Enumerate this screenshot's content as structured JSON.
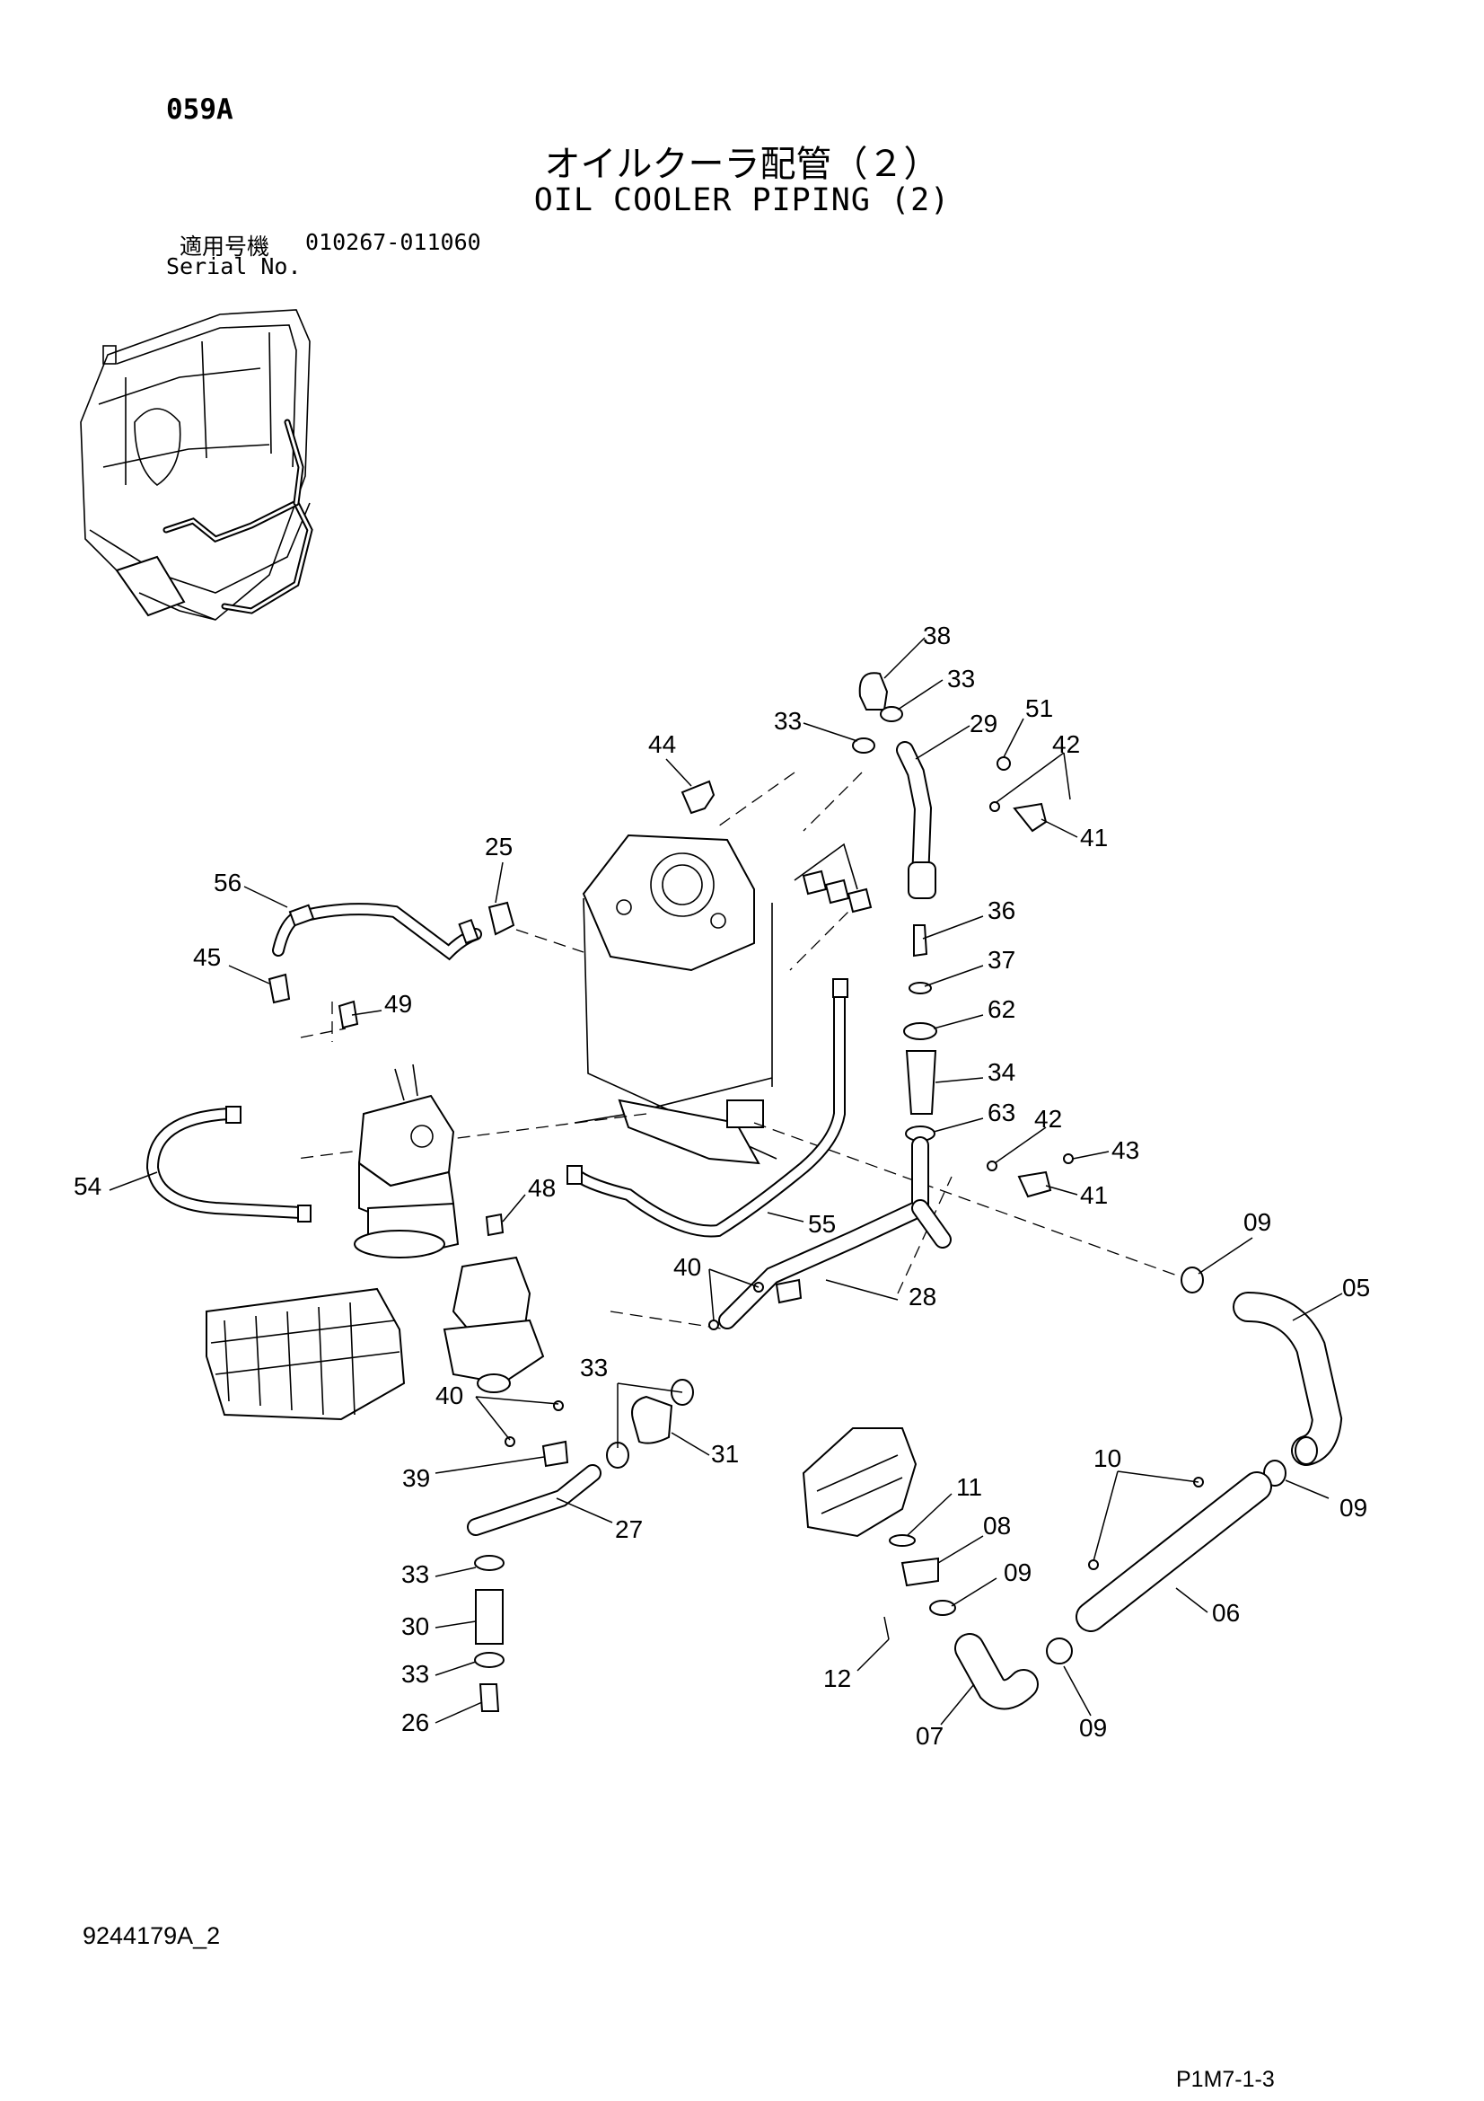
{
  "header": {
    "page_code": "059A",
    "title_jp": "オイルクーラ配管（２）",
    "title_en": "OIL COOLER PIPING (2)",
    "serial_label_jp": "適用号機",
    "serial_range": "010267-011060",
    "serial_label_en": "Serial No."
  },
  "footer": {
    "doc_code": "9244179A_2",
    "page_ref": "P1M7-1-3"
  },
  "callouts": [
    "38",
    "33",
    "33",
    "29",
    "51",
    "42",
    "41",
    "44",
    "25",
    "56",
    "45",
    "36",
    "37",
    "62",
    "49",
    "34",
    "63",
    "42",
    "43",
    "41",
    "54",
    "48",
    "55",
    "09",
    "05",
    "40",
    "28",
    "33",
    "40",
    "31",
    "39",
    "27",
    "10",
    "09",
    "11",
    "08",
    "09",
    "06",
    "33",
    "30",
    "33",
    "26",
    "12",
    "07",
    "09"
  ]
}
